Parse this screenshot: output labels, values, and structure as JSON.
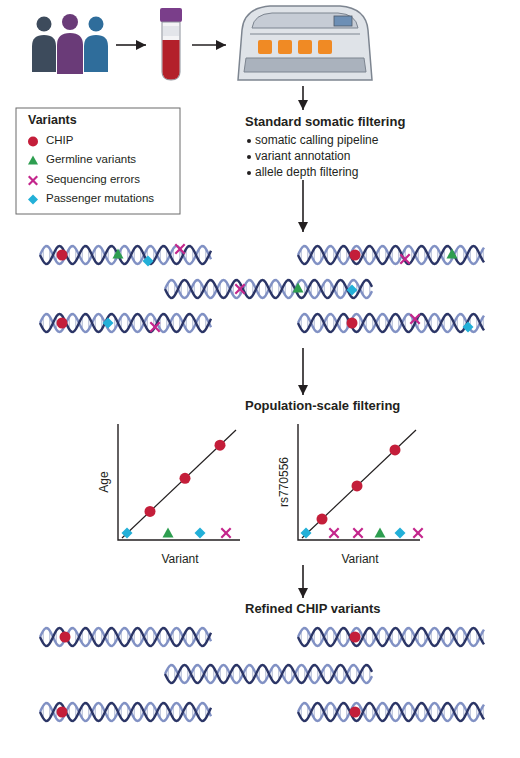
{
  "diagram": {
    "nodes": [
      {
        "text": [
          "Standard somatic filtering",
          "somatic calling pipeline",
          "variant annotation",
          "allele depth filtering"
        ]
      },
      {
        "text": [
          "Population-scale filtering"
        ]
      },
      {
        "text": [
          "Refined CHIP variants"
        ]
      }
    ],
    "edges": [
      {
        "from": 0,
        "to": 1,
        "arrow": "to"
      },
      {
        "from": 1,
        "to": 2,
        "arrow": "to"
      }
    ],
    "labels": [
      "Variants",
      "Age",
      "rs770556",
      "Variant",
      "Variant"
    ],
    "legend": [
      {
        "text": "CHIP"
      },
      {
        "text": "Germline variants"
      },
      {
        "text": "Sequencing errors"
      },
      {
        "text": "Passenger mutations"
      }
    ]
  }
}
